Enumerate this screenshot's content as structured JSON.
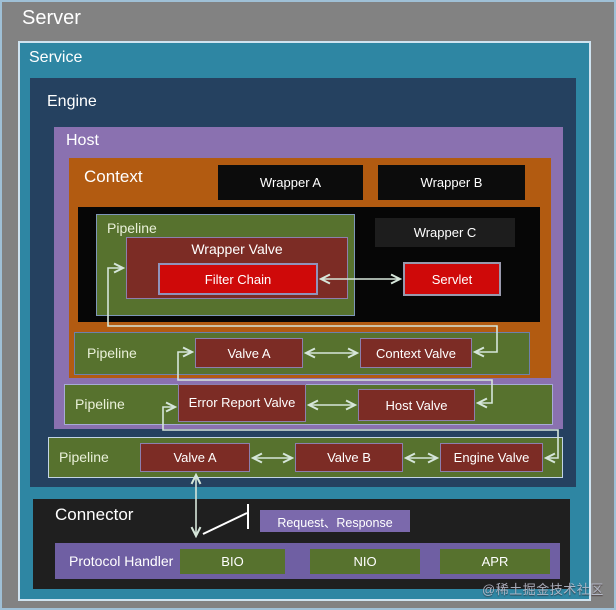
{
  "server": {
    "label": "Server"
  },
  "service": {
    "label": "Service"
  },
  "engine": {
    "label": "Engine",
    "pipeline": {
      "label": "Pipeline",
      "valves": [
        "Valve A",
        "Valve B",
        "Engine Valve"
      ]
    }
  },
  "host": {
    "label": "Host",
    "pipeline": {
      "label": "Pipeline",
      "valves": [
        "Error Report Valve",
        "Host Valve"
      ]
    }
  },
  "context": {
    "label": "Context",
    "wrapper_a": "Wrapper A",
    "wrapper_b": "Wrapper B",
    "wrapper_c": "Wrapper C",
    "servlet": "Servlet",
    "wrapper_pipeline": {
      "label": "Pipeline",
      "wrapper_valve": "Wrapper Valve",
      "filter_chain": "Filter Chain"
    },
    "pipeline": {
      "label": "Pipeline",
      "valves": [
        "Valve A",
        "Context Valve"
      ]
    }
  },
  "connector": {
    "label": "Connector",
    "request_response": "Request、Response",
    "protocol_handler": "Protocol Handler",
    "protocols": [
      "BIO",
      "NIO",
      "APR"
    ]
  },
  "watermark": "@稀土掘金技术社区",
  "colors": {
    "server_bg": "#828282",
    "service_bg": "#2e86a3",
    "engine_bg": "#254160",
    "host_bg": "#8a71b0",
    "context_bg": "#b25b11",
    "pipeline_green": "#57722e",
    "valve_dark_red": "#7c2c25",
    "bright_red": "#cf0909",
    "purple_box": "#6f5fa3",
    "connector_bg": "#1f1f1f",
    "arrow": "#d6e6da"
  }
}
